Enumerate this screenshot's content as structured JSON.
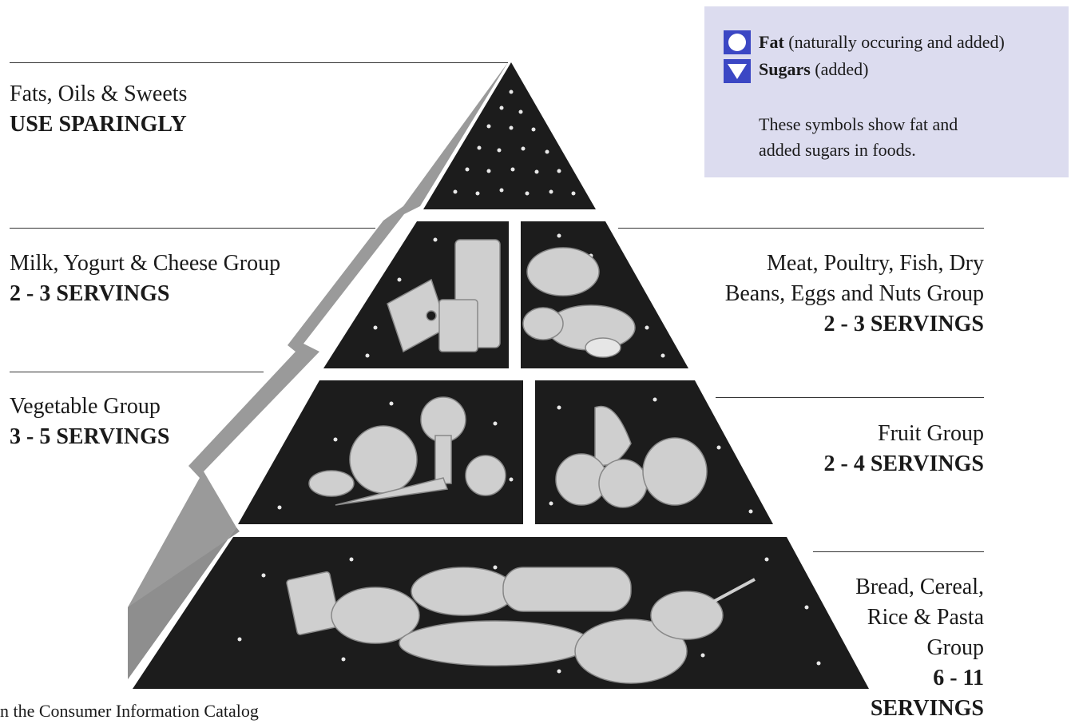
{
  "legend": {
    "fat_label": "Fat",
    "fat_note": "(naturally occuring and added)",
    "sugars_label": "Sugars",
    "sugars_note": "(added)",
    "description_line1": "These symbols show fat and",
    "description_line2": "added sugars in foods.",
    "symbol_color": "#3b47c4",
    "fat_symbol_icon": "circle-icon",
    "sugars_symbol_icon": "triangle-down-icon"
  },
  "groups": {
    "fats": {
      "name": "Fats, Oils & Sweets",
      "servings": "USE SPARINGLY"
    },
    "milk": {
      "name": "Milk, Yogurt & Cheese Group",
      "servings": "2 - 3 SERVINGS"
    },
    "meat": {
      "name_line1": "Meat, Poultry, Fish, Dry",
      "name_line2": "Beans, Eggs and Nuts Group",
      "servings": "2 - 3 SERVINGS"
    },
    "vegetable": {
      "name": "Vegetable Group",
      "servings": "3 - 5 SERVINGS"
    },
    "fruit": {
      "name": "Fruit Group",
      "servings": "2 - 4 SERVINGS"
    },
    "bread": {
      "name_line1": "Bread, Cereal,",
      "name_line2": "Rice & Pasta",
      "name_line3": "Group",
      "servings_line1": "6 - 11",
      "servings_line2": "SERVINGS"
    }
  },
  "footer": "n the Consumer Information Catalog",
  "colors": {
    "pyramid_fill": "#1c1c1c",
    "pyramid_side": "#9a9a9a",
    "food_fill": "#cfcfcf"
  }
}
